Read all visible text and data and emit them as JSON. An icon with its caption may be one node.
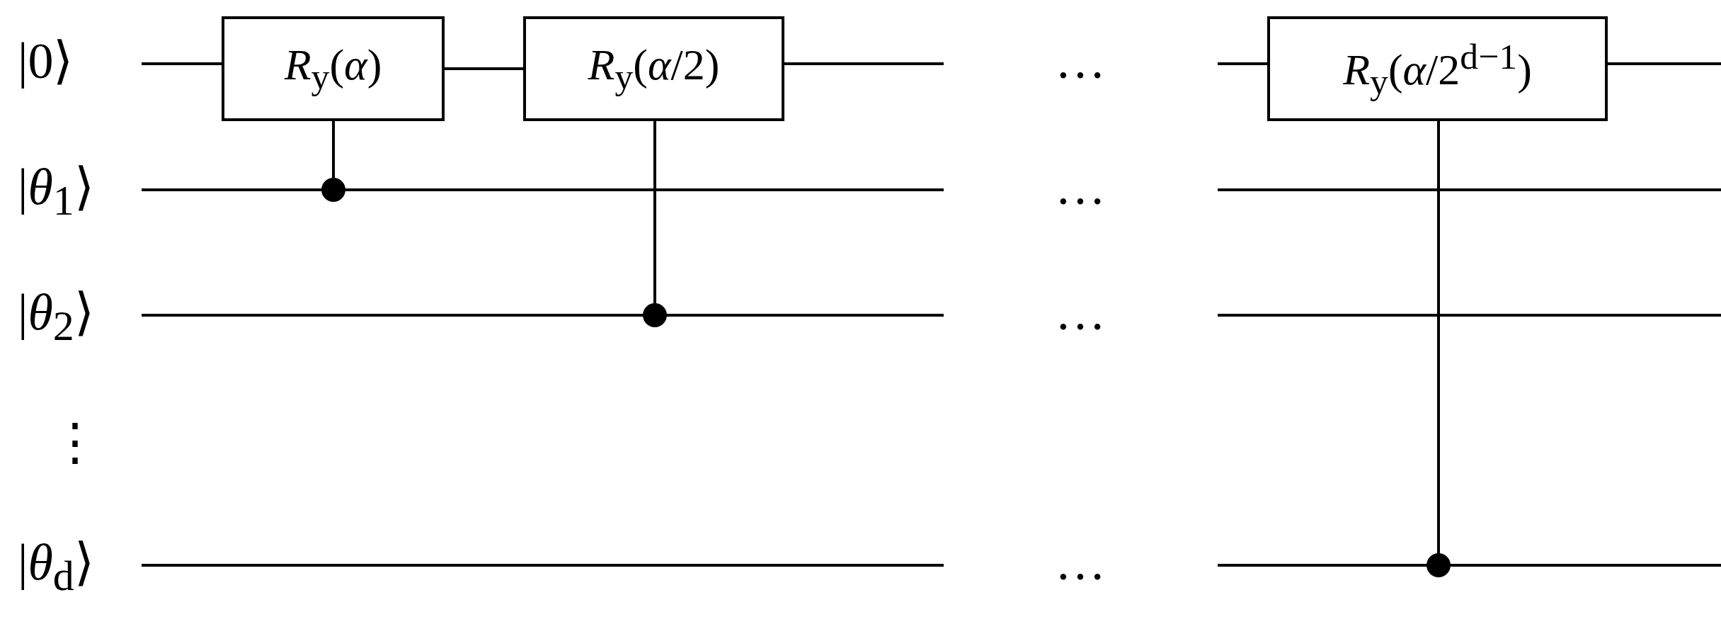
{
  "diagram": {
    "nodes": [
      {
        "text": [
          "*R*$_{y}$(*α*)"
        ]
      },
      {
        "text": [
          "*R*$_{y}$(*α*/2)"
        ]
      },
      {
        "text": [
          "*R*$_{y}$(*α*/2$^{d−1}$)"
        ]
      },
      {
        "text": [],
        "shape": "circle"
      },
      {
        "text": [],
        "shape": "circle"
      },
      {
        "text": [],
        "shape": "circle"
      }
    ],
    "edges": [
      {
        "from": 3,
        "to": 0,
        "arrow": "none"
      },
      {
        "from": 4,
        "to": 1,
        "arrow": "none"
      },
      {
        "from": 5,
        "to": 2,
        "arrow": "none"
      },
      {
        "from": 0,
        "to": 1,
        "arrow": "none"
      }
    ],
    "labels": [
      "|0⟩",
      "…",
      "|*θ*$_{1}$⟩",
      "…",
      "|*θ*$_{2}$⟩",
      "…",
      "⋮",
      "|*θ*$_{d}$⟩",
      "…"
    ]
  }
}
